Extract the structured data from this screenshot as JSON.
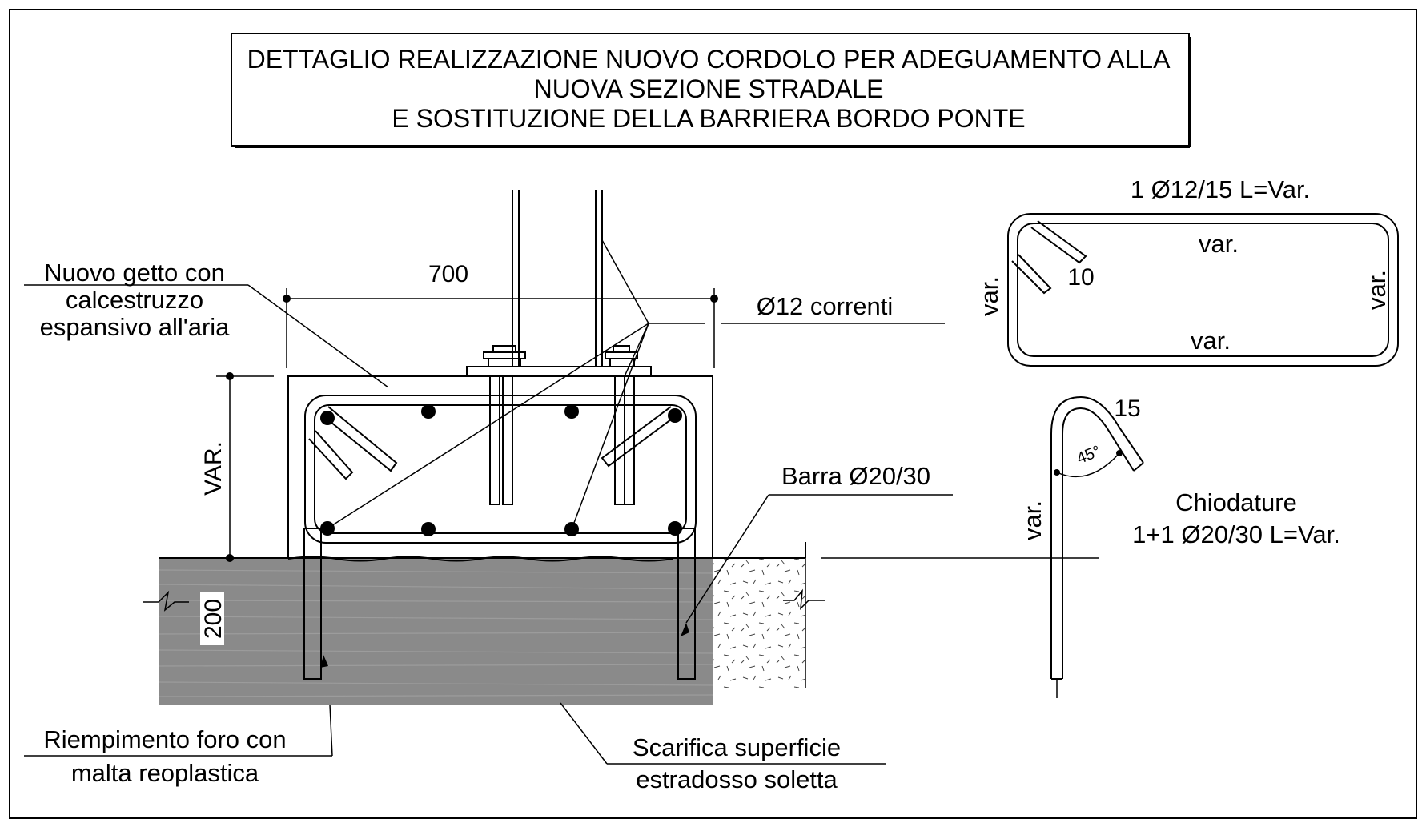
{
  "title": {
    "line1": "DETTAGLIO REALIZZAZIONE NUOVO CORDOLO PER ADEGUAMENTO ALLA",
    "line2": "NUOVA SEZIONE STRADALE",
    "line3": "E SOSTITUZIONE DELLA BARRIERA BORDO PONTE"
  },
  "section": {
    "dim_width": "700",
    "dim_height": "VAR.",
    "dim_depth": "200",
    "label_getto": [
      "Nuovo getto con",
      "calcestruzzo",
      "espansivo all'aria"
    ],
    "label_correnti": "Ø12 correnti",
    "label_barra": "Barra Ø20/30",
    "label_riempimento": [
      "Riempimento foro con",
      "malta reoplastica"
    ],
    "label_scarifica": [
      "Scarifica superficie",
      "estradosso soletta"
    ]
  },
  "stirrup": {
    "title": "1 Ø12/15 L=Var.",
    "top": "var.",
    "bottom": "var.",
    "left": "var.",
    "right": "var.",
    "hook": "10"
  },
  "dowel": {
    "hook": "15",
    "angle": "45°",
    "length": "var.",
    "label": [
      "Chiodature",
      "1+1 Ø20/30 L=Var."
    ]
  },
  "colors": {
    "line": "#000000",
    "slab_fill": "#8a8a8a",
    "background": "#ffffff"
  }
}
